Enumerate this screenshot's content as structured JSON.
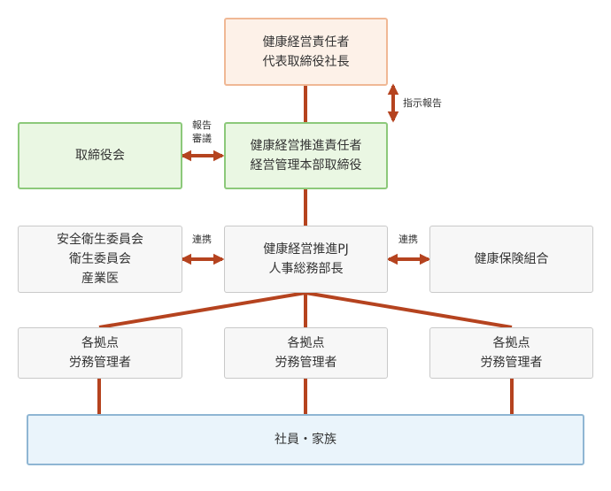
{
  "top_box": {
    "line1": "健康経営責任者",
    "line2": "代表取締役社長"
  },
  "board_box": {
    "label": "取締役会"
  },
  "promotion_box": {
    "line1": "健康経営推進責任者",
    "line2": "経営管理本部取締役"
  },
  "committee_box": {
    "line1": "安全衛生委員会",
    "line2": "衛生委員会",
    "line3": "産業医"
  },
  "pj_box": {
    "line1": "健康経営推進PJ",
    "line2": "人事総務部長"
  },
  "insurance_box": {
    "label": "健康保険組合"
  },
  "sites": [
    {
      "line1": "各拠点",
      "line2": "労務管理者"
    },
    {
      "line1": "各拠点",
      "line2": "労務管理者"
    },
    {
      "line1": "各拠点",
      "line2": "労務管理者"
    }
  ],
  "employees_box": {
    "label": "社員・家族"
  },
  "labels": {
    "instruction_report": "指示報告",
    "report": "報告",
    "deliberation": "審議",
    "cooperation_left": "連携",
    "cooperation_right": "連携"
  },
  "colors": {
    "connector": "#b5431f",
    "top_border": "#f0b895",
    "green_border": "#8cc97a",
    "blue_border": "#8fb6d3"
  }
}
